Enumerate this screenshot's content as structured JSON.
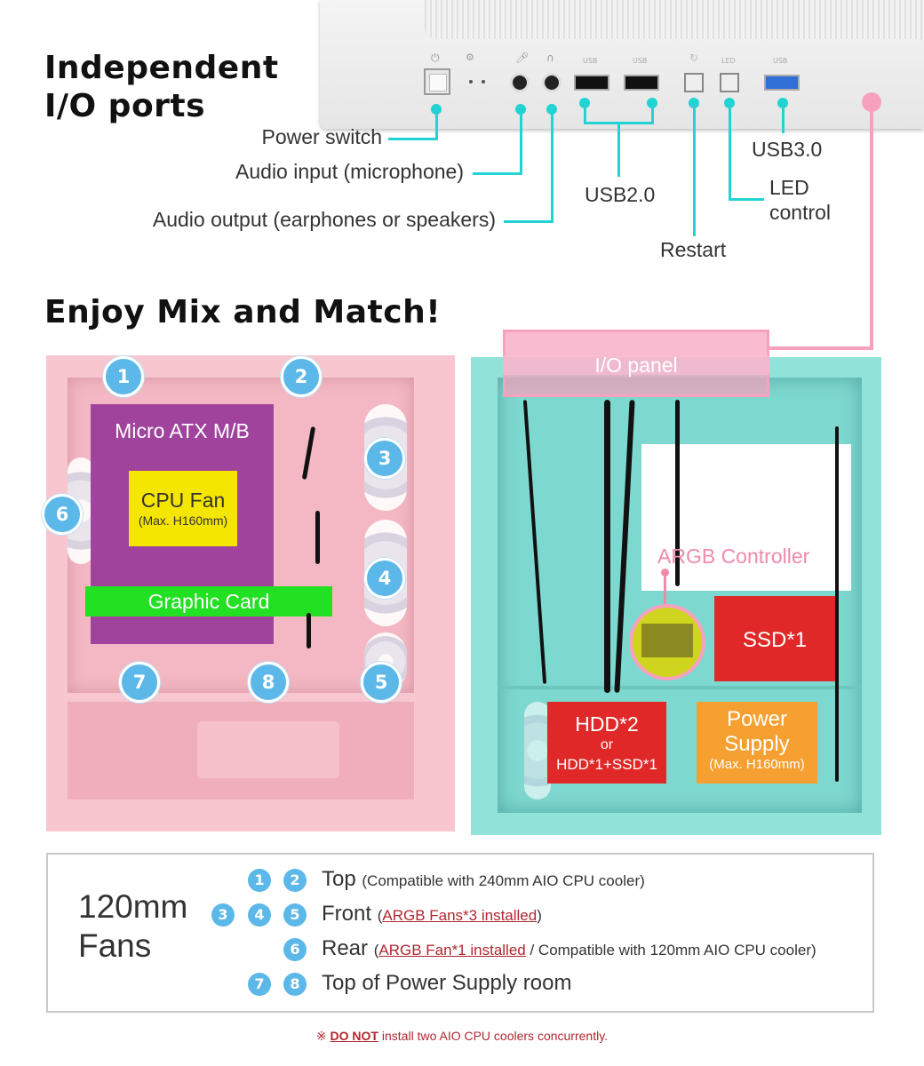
{
  "headings": {
    "io_line1": "Independent",
    "io_line2": "I/O ports",
    "mix": "Enjoy Mix and Match!"
  },
  "io_panel": {
    "port_tags": {
      "usb_a": "USB",
      "usb_b": "USB",
      "led": "LED",
      "usb3": "USB"
    }
  },
  "callouts": {
    "power_switch": "Power switch",
    "audio_input": "Audio input (microphone)",
    "audio_output": "Audio output (earphones or speakers)",
    "usb2": "USB2.0",
    "restart": "Restart",
    "led_line1": "LED",
    "led_line2": "control",
    "usb3": "USB3.0"
  },
  "pink_case": {
    "mb": "Micro ATX M/B",
    "cpu_fan": "CPU Fan",
    "cpu_fan_sub": "(Max. H160mm)",
    "gfx": "Graphic Card",
    "badges": [
      "1",
      "2",
      "3",
      "4",
      "5",
      "6",
      "7",
      "8"
    ]
  },
  "teal_case": {
    "io_panel": "I/O panel",
    "argb": "ARGB Controller",
    "ssd": "SSD*1",
    "hdd_line1": "HDD*2",
    "hdd_or": "or",
    "hdd_line3": "HDD*1+SSD*1",
    "psu_line1": "Power",
    "psu_line2": "Supply",
    "psu_sub": "(Max. H160mm)"
  },
  "fans_table": {
    "title_line1": "120mm",
    "title_line2": "Fans",
    "rows": [
      {
        "badges": [
          "1",
          "2"
        ],
        "label": "Top",
        "note_pre": "(Compatible with 240mm AIO CPU cooler)",
        "link": "",
        "note_post": ""
      },
      {
        "badges": [
          "3",
          "4",
          "5"
        ],
        "label": "Front",
        "note_pre": "(",
        "link": "ARGB Fans*3 installed",
        "note_post": ")"
      },
      {
        "badges": [
          "6"
        ],
        "label": "Rear",
        "note_pre": "(",
        "link": "ARGB Fan*1 installed",
        "note_post": " / Compatible with 120mm AIO CPU cooler)"
      },
      {
        "badges": [
          "7",
          "8"
        ],
        "label": "Top of Power Supply room",
        "note_pre": "",
        "link": "",
        "note_post": ""
      }
    ]
  },
  "warning": {
    "mark": "※",
    "emph": "DO NOT",
    "rest": " install two AIO CPU coolers concurrently."
  },
  "colors": {
    "callout_line": "#22d3d3",
    "pink_line": "#f7a1be",
    "badge": "#5bb8e8",
    "mb_purple": "#9b3c9b",
    "cpu_yellow": "#f5e600",
    "gfx_green": "#22e022",
    "ssd_red": "#e02828",
    "psu_orange": "#f5a030",
    "link_red": "#b1262f"
  }
}
